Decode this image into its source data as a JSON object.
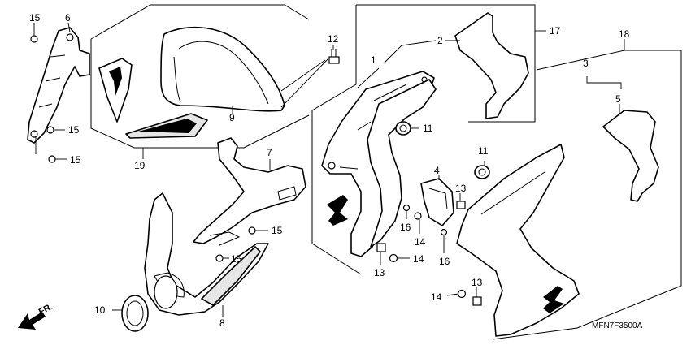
{
  "callouts": {
    "c1": "1",
    "c2": "2",
    "c3": "3",
    "c4": "4",
    "c5": "5",
    "c6": "6",
    "c7": "7",
    "c8": "8",
    "c9": "9",
    "c10": "10",
    "c11a": "11",
    "c11b": "11",
    "c12": "12",
    "c13a": "13",
    "c13b": "13",
    "c13c": "13",
    "c14a": "14",
    "c14b": "14",
    "c14c": "14",
    "c15a": "15",
    "c15b": "15",
    "c15c": "15",
    "c15d": "15",
    "c15e": "15",
    "c16a": "16",
    "c16b": "16",
    "c17": "17",
    "c18": "18",
    "c19": "19"
  },
  "direction_label": "FR.",
  "drawing_code": "MFN7F3500A"
}
